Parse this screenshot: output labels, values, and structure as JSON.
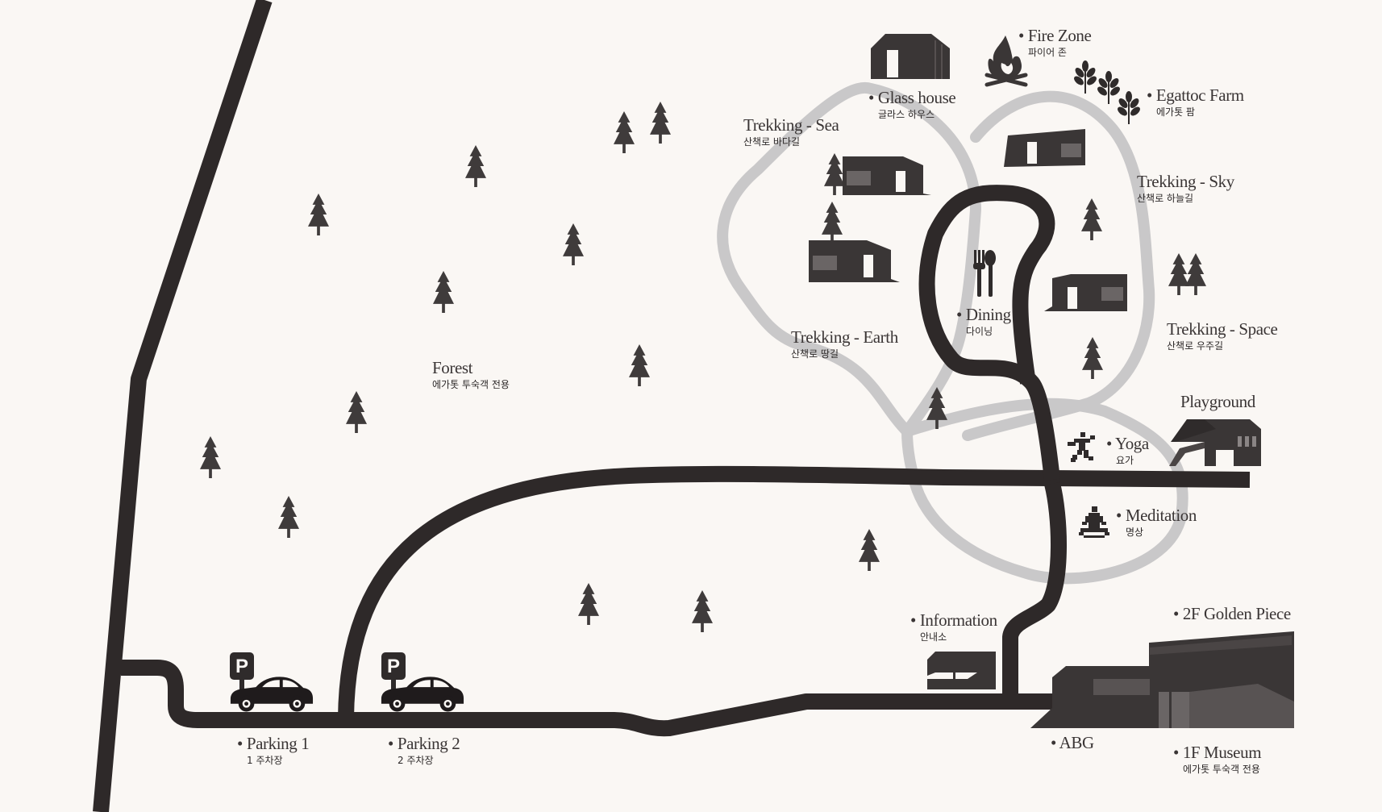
{
  "colors": {
    "background": "#faf7f4",
    "road": "#2e2929",
    "trail": "#c9c8c9",
    "tree": "#3f3b3b",
    "building": "#3a3636",
    "text": "#3a3535"
  },
  "map": {
    "locations": [
      {
        "id": "fire-zone",
        "name": "Fire Zone",
        "name_ko": "파이어 존",
        "bullet": true,
        "icon": "campfire-icon"
      },
      {
        "id": "glass-house",
        "name": "Glass house",
        "name_ko": "글라스 하우스",
        "bullet": true,
        "icon": "cabin-icon"
      },
      {
        "id": "egattoc-farm",
        "name": "Egattoc Farm",
        "name_ko": "에가톳 팜",
        "bullet": true,
        "icon": "leaf-icon"
      },
      {
        "id": "trekking-sea",
        "name": "Trekking - Sea",
        "name_ko": "산책로 바다길",
        "bullet": false
      },
      {
        "id": "trekking-sky",
        "name": "Trekking - Sky",
        "name_ko": "산책로 하늘길",
        "bullet": false
      },
      {
        "id": "dining",
        "name": "Dining",
        "name_ko": "다이닝",
        "bullet": true,
        "icon": "fork-spoon-icon"
      },
      {
        "id": "trekking-earth",
        "name": "Trekking - Earth",
        "name_ko": "산책로 땅길",
        "bullet": false
      },
      {
        "id": "trekking-space",
        "name": "Trekking - Space",
        "name_ko": "산책로 우주길",
        "bullet": false
      },
      {
        "id": "forest",
        "name": "Forest",
        "name_ko": "에가톳 투숙객 전용",
        "bullet": false,
        "icon": "pine-tree-icon"
      },
      {
        "id": "playground",
        "name": "Playground",
        "bullet": false,
        "icon": "playground-icon"
      },
      {
        "id": "yoga",
        "name": "Yoga",
        "name_ko": "요가",
        "bullet": true,
        "icon": "yoga-pose-icon"
      },
      {
        "id": "meditation",
        "name": "Meditation",
        "name_ko": "명상",
        "bullet": true,
        "icon": "meditation-icon"
      },
      {
        "id": "information",
        "name": "Information",
        "name_ko": "안내소",
        "bullet": true,
        "icon": "info-building-icon"
      },
      {
        "id": "golden-piece",
        "name": "2F Golden Piece",
        "bullet": true
      },
      {
        "id": "abg",
        "name": "ABG",
        "bullet": true,
        "icon": "museum-building-icon"
      },
      {
        "id": "museum",
        "name": "1F Museum",
        "name_ko": "에가톳 투숙객 전용",
        "bullet": true
      },
      {
        "id": "parking-1",
        "name": "Parking 1",
        "name_ko": "1 주차장",
        "bullet": true,
        "icon": "parking-car-icon"
      },
      {
        "id": "parking-2",
        "name": "Parking 2",
        "name_ko": "2 주차장",
        "bullet": true,
        "icon": "parking-car-icon"
      }
    ],
    "parking_sign": "P"
  }
}
